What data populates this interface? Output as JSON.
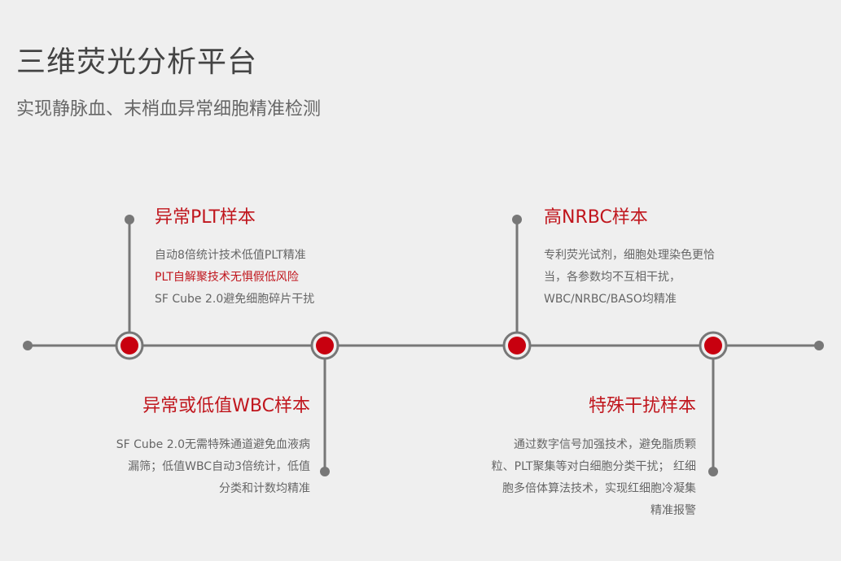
{
  "header": {
    "title": "三维荧光分析平台",
    "subtitle": "实现静脉血、末梢血异常细胞精准检测"
  },
  "colors": {
    "accent": "#c0161d",
    "line": "#777777",
    "background": "#efefef"
  },
  "nodes": [
    {
      "title": "异常PLT样本",
      "lines": [
        "自动8倍统计技术低值PLT精准",
        "PLT自解聚技术无惧假低风险",
        "SF Cube 2.0避免细胞碎片干扰"
      ],
      "highlight_line": 1
    },
    {
      "title": "异常或低值WBC样本",
      "lines": [
        "SF Cube 2.0无需特殊通道避免血液病",
        "漏筛；低值WBC自动3倍统计，低值",
        "分类和计数均精准"
      ]
    },
    {
      "title": "高NRBC样本",
      "lines": [
        "专利荧光试剂，细胞处理染色更恰",
        "当，各参数均不互相干扰，",
        "WBC/NRBC/BASO均精准"
      ]
    },
    {
      "title": "特殊干扰样本",
      "lines": [
        "通过数字信号加强技术，避免脂质颗",
        "粒、PLT聚集等对白细胞分类干扰； 红细",
        "胞多倍体算法技术，实现红细胞冷凝集",
        "精准报警"
      ]
    }
  ]
}
